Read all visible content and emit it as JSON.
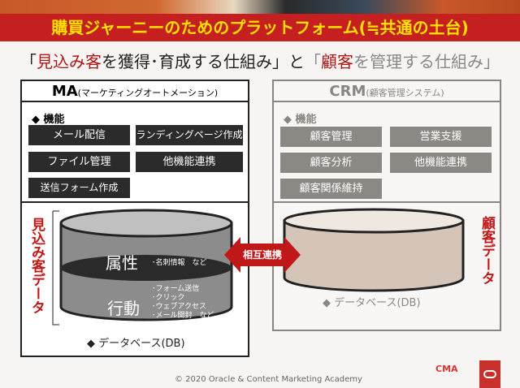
{
  "header": {
    "title": "購買ジャーニーのためのプラットフォーム(≒共通の土台)"
  },
  "subtitle": {
    "open1": "「",
    "red1": "見込み客",
    "rest1": "を獲得･育成する仕組み」と",
    "open2": "「",
    "red2": "顧客",
    "rest2": "を管理する仕組み」"
  },
  "ma": {
    "title": "MA",
    "title_sub": "(マーケティングオートメーション)",
    "features_label": "◆ 機能",
    "features": [
      "メール配信",
      "ランディングページ作成",
      "ファイル管理",
      "他機能連携",
      "送信フォーム作成"
    ],
    "side_label": "見込み客データ",
    "db_top": "属性",
    "db_top_note": "･名刺情報　など",
    "db_bottom": "行動",
    "db_bottom_notes": [
      "･フォーム送信",
      "･クリック",
      "･ウェブアクセス",
      "･メール開封　など"
    ],
    "db_label": "◆ データベース(DB)"
  },
  "crm": {
    "title": "CRM",
    "title_sub": "(顧客管理システム)",
    "features_label": "◆ 機能",
    "features": [
      "顧客管理",
      "営業支援",
      "顧客分析",
      "他機能連携",
      "顧客関係維持"
    ],
    "side_label": "顧客データ",
    "db_label": "◆ データベース(DB)"
  },
  "link": {
    "label": "相互連携"
  },
  "footer": {
    "copyright": "© 2020 Oracle  & Content Marketing Academy",
    "logo": "CMA"
  }
}
